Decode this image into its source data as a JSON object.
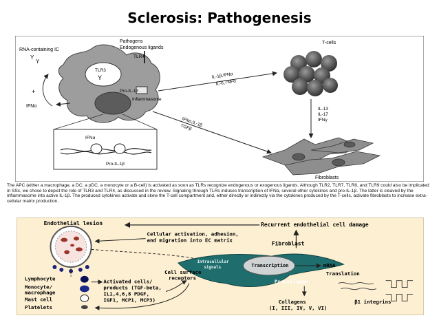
{
  "slide": {
    "title": "Sclerosis: Pathogenesis"
  },
  "upper_diagram": {
    "rna_ic": "RNA-containing IC",
    "pathogens": "Pathogens",
    "endogenous_ligands": "Endogenous ligands",
    "tlr4": "TLR4",
    "tlr3": "TLR3",
    "plus": "+",
    "ifna_left": "IFNα",
    "pro_il1b_cell": "Pro-IL-1β",
    "inflammasome": "Inflammasome",
    "tcells": "T-cells",
    "il1b_ifna": "IL-1β,IFNα",
    "il6_tnfa": "IL-6,TNFα",
    "ifna_il1b": "IFNα,IL-1β",
    "tgfb": "TGFβ",
    "il13": "IL-13",
    "il17": "IL-17",
    "ifng": "IFNγ",
    "fibroblasts": "Fibroblasts",
    "inset_ifna": "IFNα",
    "inset_pro_il1b": "Pro-IL-1β"
  },
  "caption": {
    "text": "The APC (either a macrophage, a DC, a pDC, a monocyte or a B-cell) is activated as soon as TLRs recognize endogenous or exogenous ligands. Although TLR2, TLR7, TLR8, and TLR9 could also be implicated in SSc, we chose to depict the role of TLR3 and TLR4, as discussed in the review. Signaling through TLRs induces transcription of IFNα, several other cytokines and pro-IL-1β. The latter is cleaved by the inflammasome into active IL-1β. The produced cytokines activate and skew the T-cell compartment and, either directly or indirectly via the cytokines produced by the T-cells, activate fibroblasts to increase extra-cellular matrix production."
  },
  "lower_diagram": {
    "endothelial_lesion": "Endothelial lesion",
    "recurrent_damage": "Recurrent endothelial cell damage",
    "cell_activation_1": "Cellular activation, adhesion,",
    "cell_activation_2": "and migration into EC matrix",
    "fibroblast": "Fibroblast",
    "intracellular_1": "Intracellular",
    "intracellular_2": "signals",
    "transcription": "Transcription",
    "mrna": "mRNA",
    "translation": "Translation",
    "procollagen": "Procollagen",
    "cell_surface_1": "Cell surface",
    "cell_surface_2": "receptors",
    "lymphocyte": "Lymphocyte",
    "monocyte_1": "Monocyte/",
    "monocyte_2": "macrophage",
    "mast_cell": "Mast cell",
    "platelets": "Platelets",
    "activated_1": "Activated cells/",
    "activated_2": "products (TGF-beta,",
    "activated_3": "IL1,4,6,8 PDGF,",
    "activated_4": "IGF1, MCP1, MCP3)",
    "collagens_1": "Collagens",
    "collagens_2": "(I, III, IV, V, VI)",
    "b1_integrins": "β1 integrins"
  }
}
